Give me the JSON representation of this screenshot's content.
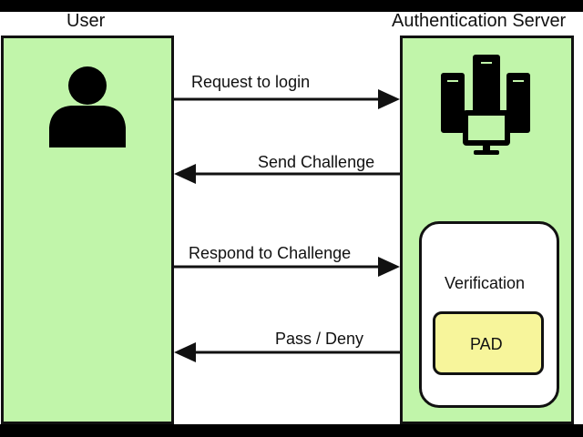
{
  "actors": {
    "user": {
      "label": "User",
      "icon": "user-icon"
    },
    "server": {
      "label": "Authentication Server",
      "icon": "server-icon"
    }
  },
  "messages": [
    {
      "label": "Request to login",
      "direction": "user-to-server"
    },
    {
      "label": "Send Challenge",
      "direction": "server-to-user"
    },
    {
      "label": "Respond to Challenge",
      "direction": "user-to-server"
    },
    {
      "label": "Pass / Deny",
      "direction": "server-to-user"
    }
  ],
  "verification": {
    "label": "Verification",
    "pad": "PAD"
  },
  "colors": {
    "actor_fill": "#c1f5aa",
    "pad_fill": "#f7f59b",
    "stroke": "#111111"
  }
}
